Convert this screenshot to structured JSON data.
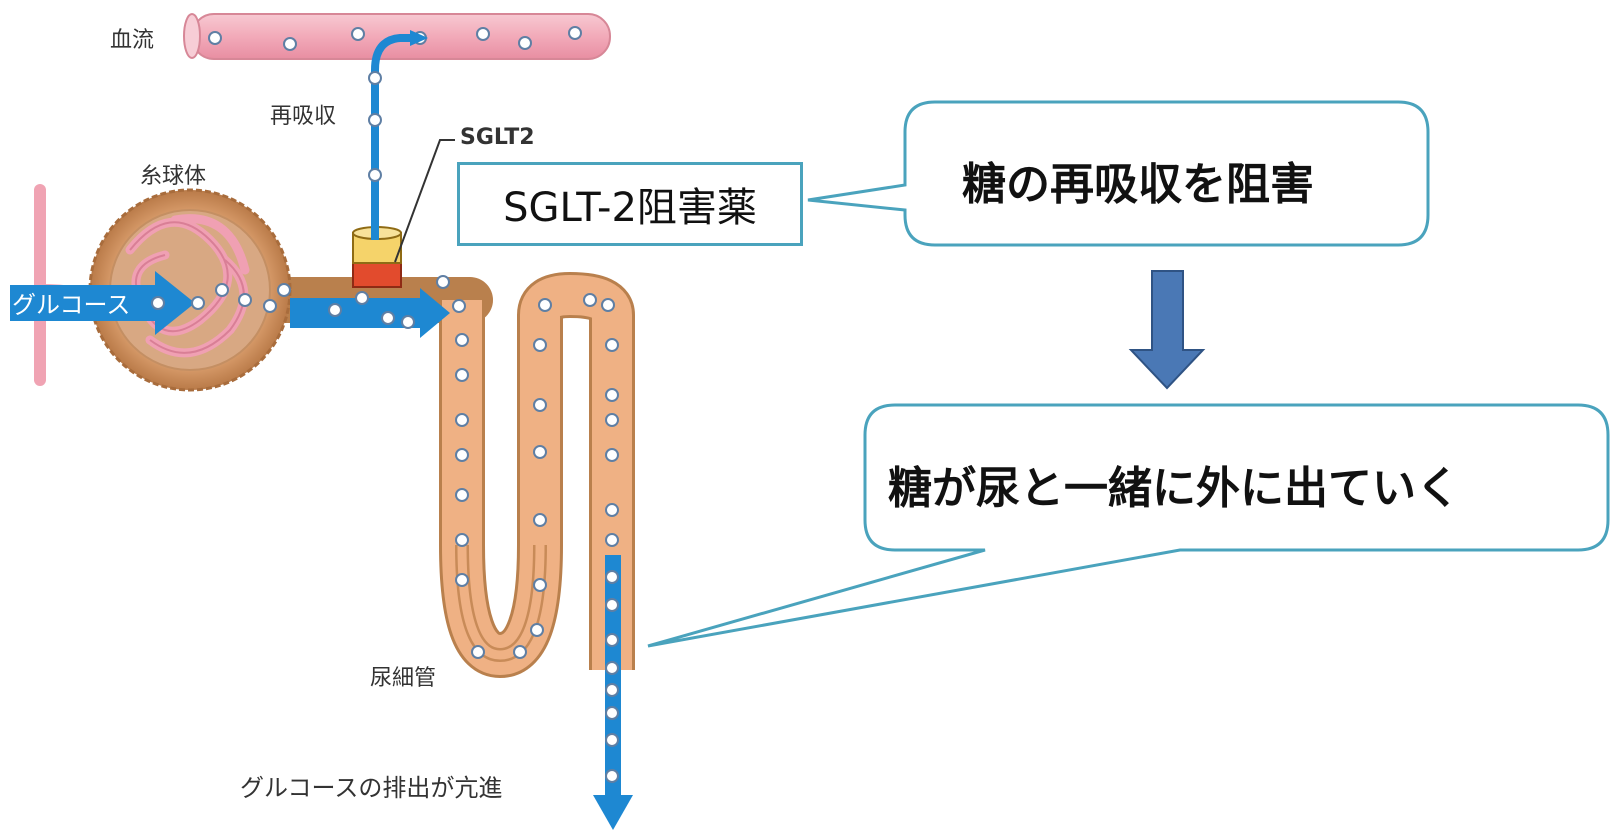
{
  "labels": {
    "bloodstream": "血流",
    "reabsorption": "再吸収",
    "sglt2": "SGLT2",
    "glomerulus": "糸球体",
    "glucose": "グルコース",
    "renal_tubule": "尿細管",
    "excretion": "グルコースの排出が亢進"
  },
  "drug_box": {
    "label": "SGLT-2阻害薬"
  },
  "callouts": {
    "top": "糖の再吸収を阻害",
    "bottom": "糖が尿と一緒に外に出ていく"
  },
  "colors": {
    "blood_vessel": "#f4b8c4",
    "tubule": "#e8a977",
    "flow_arrow": "#1e88d2",
    "callout_border": "#4aa3bd",
    "down_arrow": "#4a78b5",
    "sglt_yellow": "#f5d36a",
    "sglt_red": "#e24b2d"
  }
}
